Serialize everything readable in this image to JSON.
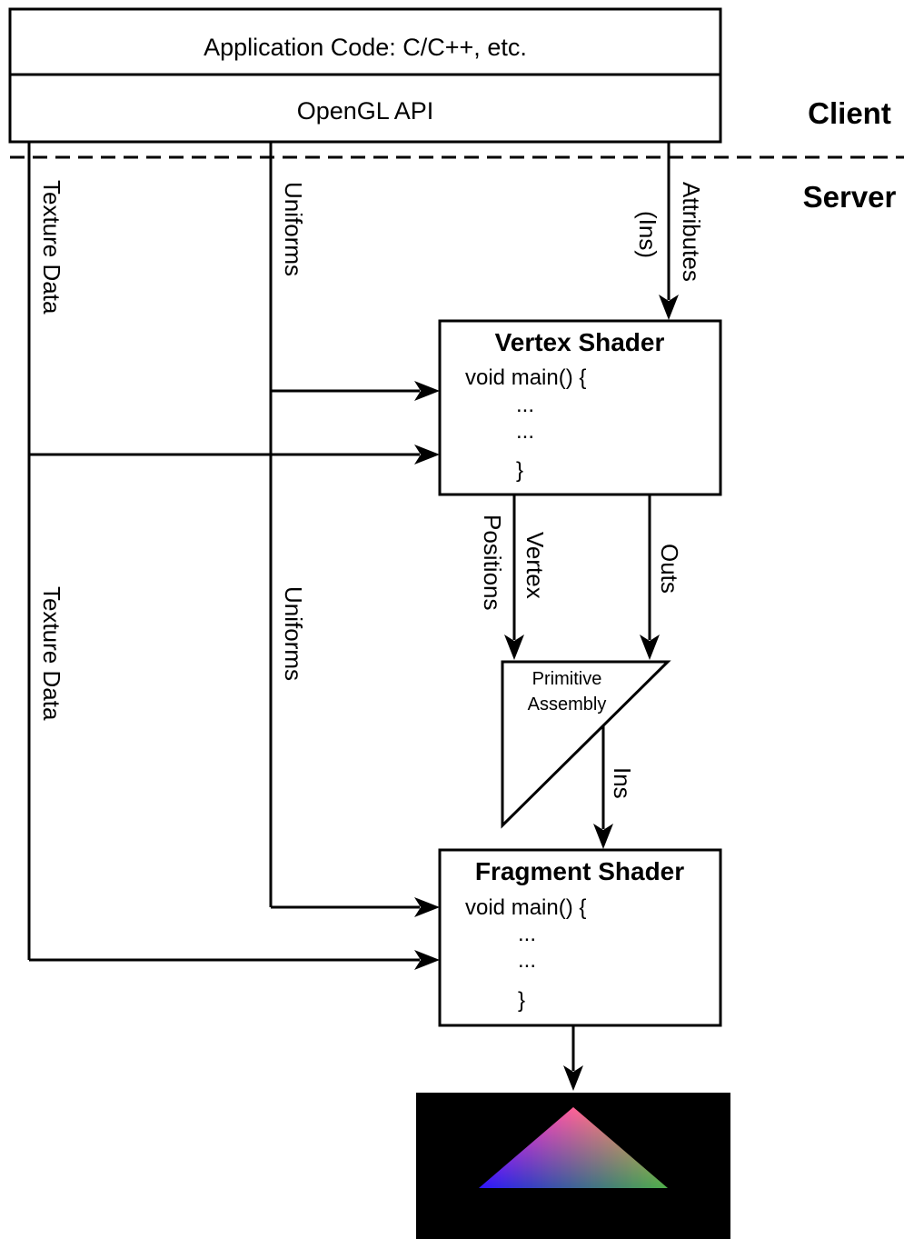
{
  "client": {
    "application_code": "Application Code: C/C++, etc.",
    "opengl_api": "OpenGL API"
  },
  "zones": {
    "client_label": "Client",
    "server_label": "Server"
  },
  "flows": {
    "texture_data_top": "Texture Data",
    "texture_data_bottom": "Texture Data",
    "uniforms_top": "Uniforms",
    "uniforms_bottom": "Uniforms",
    "attributes": "Attributes",
    "ins_paren": "(Ins)",
    "vertex": "Vertex",
    "positions": "Positions",
    "outs": "Outs",
    "ins": "Ins"
  },
  "vertex_shader": {
    "title": "Vertex Shader",
    "code": [
      "void main() {",
      "...",
      "...",
      "}"
    ]
  },
  "primitive_assembly": {
    "line1": "Primitive",
    "line2": "Assembly"
  },
  "fragment_shader": {
    "title": "Fragment Shader",
    "code": [
      "void main() {",
      "...",
      "...",
      "}"
    ]
  },
  "output": {
    "background_color": "#000000",
    "vertex_colors": [
      "#ff0000",
      "#1a00ff",
      "#3fa83a"
    ]
  }
}
